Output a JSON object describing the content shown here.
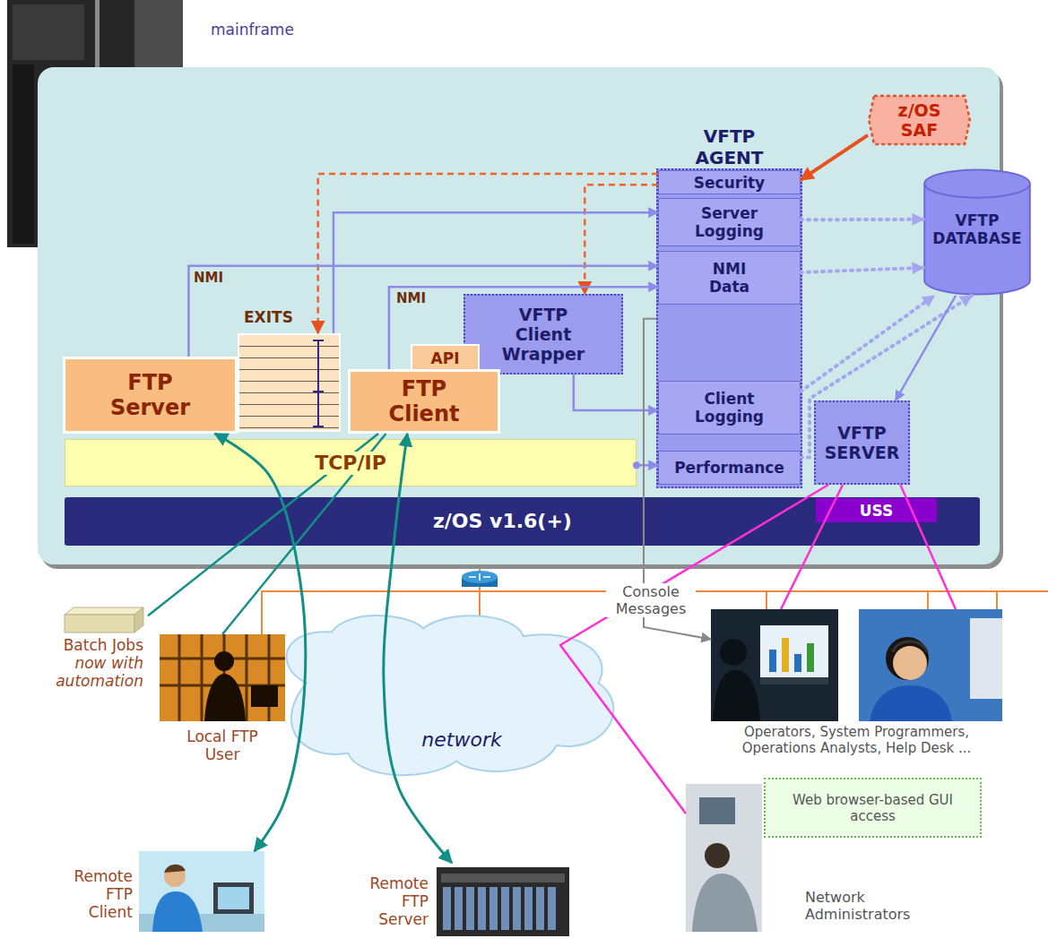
{
  "diagram": {
    "nodes": [
      {
        "text": [
          "mainframe"
        ]
      },
      {
        "text": [
          "z/OS SAF"
        ],
        "in": 0
      },
      {
        "text": [
          "VFTP AGENT"
        ],
        "in": 0
      },
      {
        "text": [
          "Security"
        ],
        "in": 2
      },
      {
        "text": [
          "Server Logging"
        ],
        "in": 2
      },
      {
        "text": [
          "NMI Data"
        ],
        "in": 2
      },
      {
        "text": [
          "Client Logging"
        ],
        "in": 2
      },
      {
        "text": [
          "Performance"
        ],
        "in": 2
      },
      {
        "text": [
          "VFTP DATABASE"
        ],
        "in": 0
      },
      {
        "text": [
          "VFTP Client Wrapper"
        ],
        "in": 0
      },
      {
        "text": [
          "EXITS"
        ],
        "in": 0
      },
      {
        "text": [
          "FTP Server"
        ],
        "in": 0
      },
      {
        "text": [
          "API"
        ],
        "in": 0
      },
      {
        "text": [
          "FTP Client"
        ],
        "in": 0
      },
      {
        "text": [
          "TCP/IP"
        ],
        "in": 0
      },
      {
        "text": [
          "VFTP SERVER"
        ],
        "in": 0
      },
      {
        "text": [
          "z/OS v1.6(+)"
        ],
        "in": 0
      },
      {
        "text": [
          "USS"
        ],
        "in": 16
      },
      {
        "text": [
          "Batch Jobs",
          "now with automation"
        ]
      },
      {
        "text": [
          "Local FTP User"
        ]
      },
      {
        "text": [
          "network"
        ]
      },
      {
        "text": [
          "Operators, System Programmers, Operations Analysts, Help Desk ..."
        ]
      },
      {
        "text": [
          "Web browser-based GUI access"
        ]
      },
      {
        "text": [
          "Network Administrators"
        ]
      },
      {
        "text": [
          "Remote FTP Client"
        ]
      },
      {
        "text": [
          "Remote FTP Server"
        ]
      }
    ],
    "edges": [
      {
        "from": 1,
        "to": 3,
        "arrow": "to"
      },
      {
        "from": 3,
        "to": 10,
        "arrow": "to"
      },
      {
        "from": 3,
        "to": 9,
        "arrow": "to"
      },
      {
        "from": 10,
        "to": 4,
        "arrow": "to"
      },
      {
        "from": 11,
        "to": 5,
        "arrow": "to",
        "label": "NMI"
      },
      {
        "from": 13,
        "to": 5,
        "arrow": "to",
        "label": "NMI"
      },
      {
        "from": 9,
        "to": 6,
        "arrow": "to"
      },
      {
        "from": 14,
        "to": 7,
        "arrow": "to"
      },
      {
        "from": 4,
        "to": 8,
        "arrow": "to"
      },
      {
        "from": 5,
        "to": 8,
        "arrow": "to"
      },
      {
        "from": 6,
        "to": 8,
        "arrow": "to"
      },
      {
        "from": 7,
        "to": 8,
        "arrow": "to"
      },
      {
        "from": 8,
        "to": 15,
        "arrow": "to"
      },
      {
        "from": 11,
        "to": 24,
        "arrow": "both"
      },
      {
        "from": 13,
        "to": 25,
        "arrow": "both"
      },
      {
        "from": 13,
        "to": 18,
        "arrow": "none"
      },
      {
        "from": 13,
        "to": 19,
        "arrow": "none"
      },
      {
        "from": 2,
        "to": 21,
        "arrow": "to",
        "label": "Console Messages"
      },
      {
        "from": 15,
        "to": 21,
        "arrow": "none"
      },
      {
        "from": 15,
        "to": 21,
        "arrow": "none"
      },
      {
        "from": 15,
        "to": 23,
        "arrow": "none"
      }
    ]
  }
}
